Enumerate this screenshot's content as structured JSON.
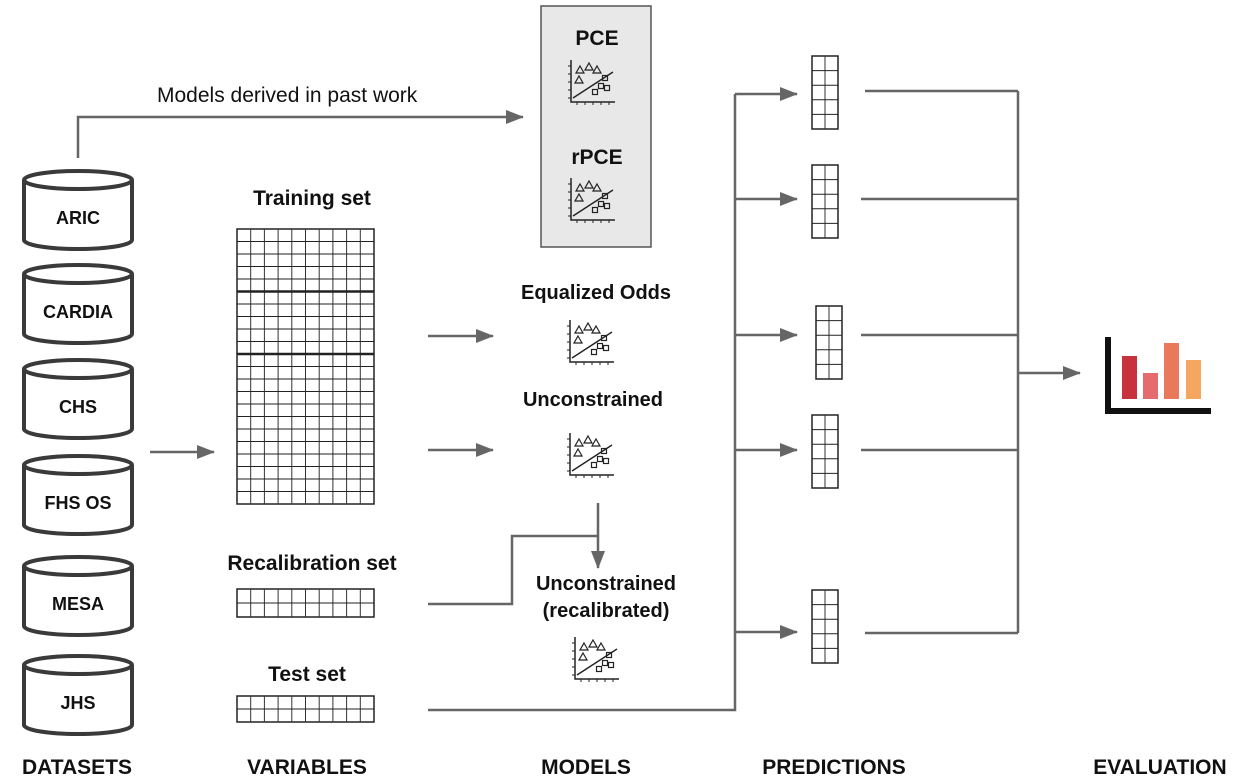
{
  "stages": {
    "datasets": "DATASETS",
    "variables": "VARIABLES",
    "models": "MODELS",
    "predictions": "PREDICTIONS",
    "evaluation": "EVALUATION"
  },
  "datasets": [
    "ARIC",
    "CARDIA",
    "CHS",
    "FHS OS",
    "MESA",
    "JHS"
  ],
  "past_work_label": "Models derived in past work",
  "sets": {
    "training": "Training set",
    "recalibration": "Recalibration set",
    "test": "Test set"
  },
  "models": {
    "pce": "PCE",
    "rpce": "rPCE",
    "equalized_odds": "Equalized Odds",
    "unconstrained": "Unconstrained",
    "unconstrained_recal_line1": "Unconstrained",
    "unconstrained_recal_line2": "(recalibrated)"
  },
  "colors": {
    "evaluation_bars": [
      "#c8323c",
      "#e56b6f",
      "#e8795a",
      "#f5a760"
    ],
    "past_work_panel": "#e8e8e8",
    "arrow": "#666666"
  },
  "icons": {
    "dataset": "database-cylinder-icon",
    "model": "scatter-plot-icon",
    "prediction": "prediction-grid-icon",
    "evaluation": "bar-chart-icon"
  }
}
